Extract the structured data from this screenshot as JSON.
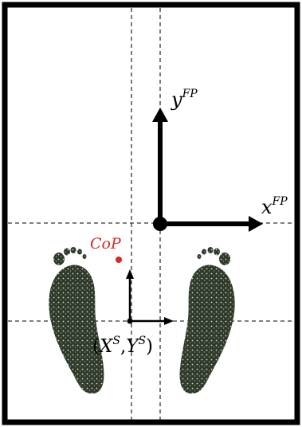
{
  "labels": {
    "y_fp_base": "y",
    "y_fp_sup": "FP",
    "x_fp_base": "x",
    "x_fp_sup": "FP",
    "cop": "CoP",
    "sensor_open": "(",
    "sensor_x": "X",
    "sensor_x_sup": "S",
    "sensor_comma": ",",
    "sensor_y": "Y",
    "sensor_y_sup": "S",
    "sensor_close": ")"
  },
  "colors": {
    "frame": "#000000",
    "axes": "#000000",
    "dashed": "#333333",
    "cop": "#d42a2a",
    "footprint": "#2f3a2a"
  },
  "icons": [
    "left-footprint-icon",
    "right-footprint-icon"
  ]
}
